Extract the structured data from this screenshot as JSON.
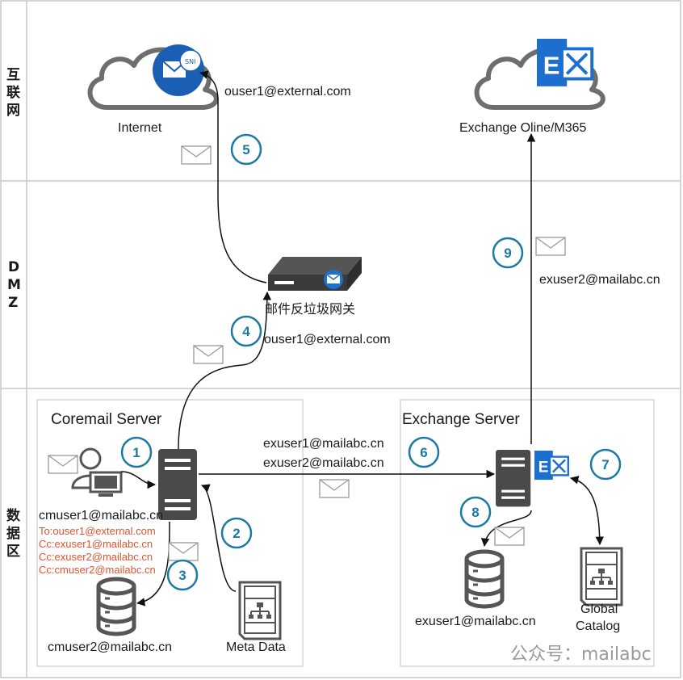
{
  "zones": {
    "internet": [
      "互",
      "联",
      "网"
    ],
    "dmz": [
      "D",
      "M",
      "Z"
    ],
    "data": [
      "数",
      "据",
      "区"
    ]
  },
  "nodes": {
    "internet": "Internet",
    "exchange_online": "Exchange Oline/M365",
    "gateway": "邮件反垃圾网关",
    "coremail_server": "Coremail Server",
    "exchange_server": "Exchange Server",
    "meta_data": "Meta Data",
    "global_catalog_line1": "Global",
    "global_catalog_line2": "Catalog",
    "envelope_badge_text": "SNI"
  },
  "addresses": {
    "ouser1_top": "ouser1@external.com",
    "ouser1_dmz": "ouser1@external.com",
    "exuser2_right": "exuser2@mailabc.cn",
    "exuser1_link": "exuser1@mailabc.cn",
    "exuser2_link": "exuser2@mailabc.cn",
    "cmuser1": "cmuser1@mailabc.cn",
    "cmuser2": "cmuser2@mailabc.cn",
    "exuser1_db": "exuser1@mailabc.cn"
  },
  "headers": [
    "To:ouser1@external.com",
    "Cc:exuser1@mailabc.cn",
    "Cc:exuser2@mailabc.cn",
    "Cc:cmuser2@mailabc.cn"
  ],
  "steps": [
    "1",
    "2",
    "3",
    "4",
    "5",
    "6",
    "7",
    "8",
    "9"
  ],
  "watermark": "公众号：mailabc",
  "colors": {
    "step_blue": "#1b7aa3",
    "header_red": "#e2532d",
    "outlook_blue": "#1a5fb4",
    "exchange_blue": "#1d6fcf",
    "icon_gray": "#555555",
    "grid_gray": "#c8c8c8"
  }
}
